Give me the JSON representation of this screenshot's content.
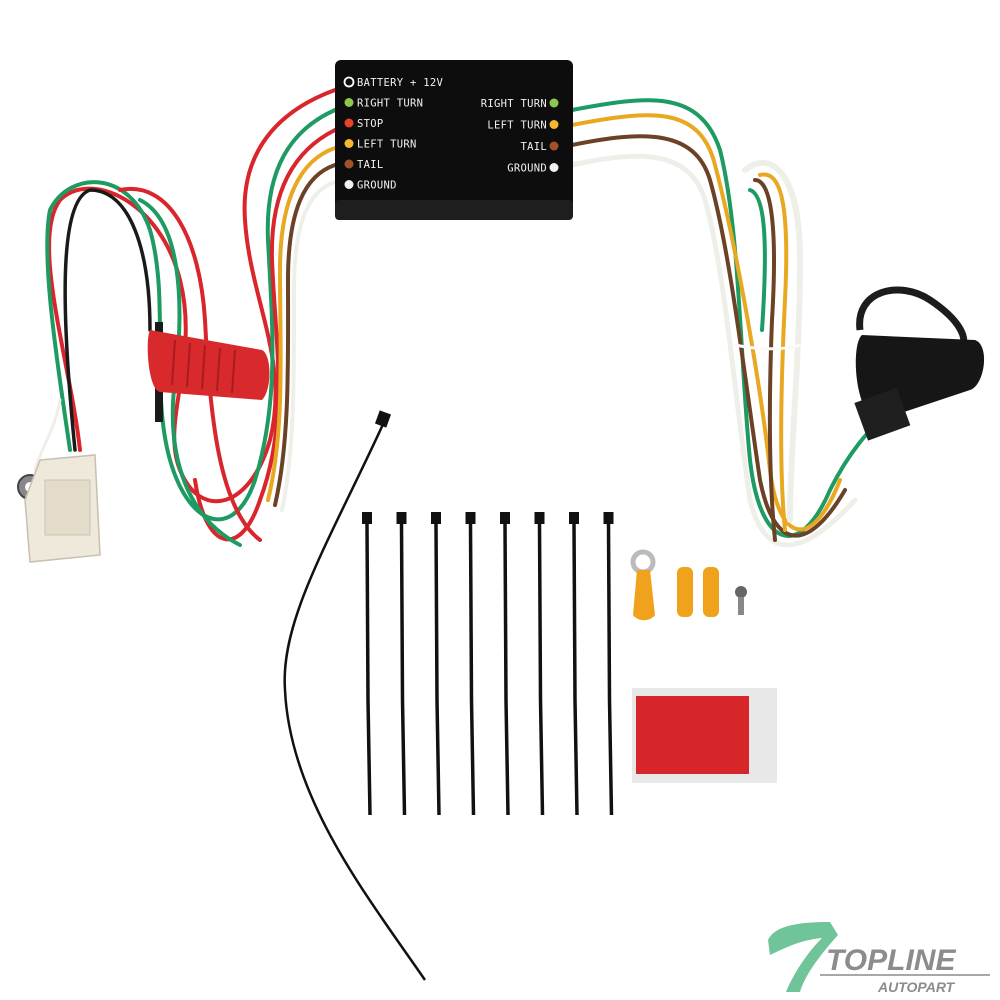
{
  "module": {
    "input_labels": [
      {
        "text": "BATTERY + 12V",
        "color": "#ffffff",
        "hollow": true
      },
      {
        "text": "RIGHT TURN",
        "color": "#8cc84b"
      },
      {
        "text": "STOP",
        "color": "#e8412c"
      },
      {
        "text": "LEFT TURN",
        "color": "#f5b82e"
      },
      {
        "text": "TAIL",
        "color": "#a0522d"
      },
      {
        "text": "GROUND",
        "color": "#f0f0f0"
      }
    ],
    "output_labels": [
      {
        "text": "RIGHT TURN",
        "color": "#8cc84b"
      },
      {
        "text": "LEFT TURN",
        "color": "#f5b82e"
      },
      {
        "text": "TAIL",
        "color": "#a0522d"
      },
      {
        "text": "GROUND",
        "color": "#f0f0f0"
      }
    ]
  },
  "logo": {
    "main": "TOPLINE",
    "sub": "AUTOPART",
    "mark_color": "#6fc49a",
    "text_color": "#8c8c8c"
  },
  "colors": {
    "red": "#d8262c",
    "green": "#1e9a63",
    "yellow": "#e8a821",
    "brown": "#6b4226",
    "white": "#efefe9",
    "black": "#1a1a1a"
  }
}
